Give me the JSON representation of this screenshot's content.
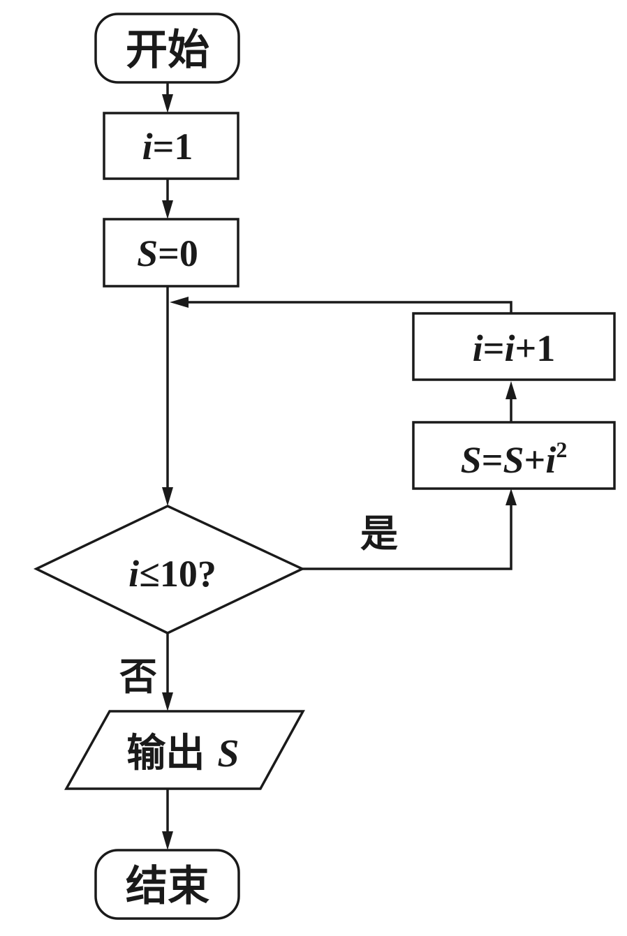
{
  "flowchart": {
    "start": {
      "label": "开始"
    },
    "init_i": {
      "var": "i",
      "rest": "=1"
    },
    "init_s": {
      "var": "S",
      "rest": "=0"
    },
    "condition": {
      "var": "i",
      "rest": "≤10?"
    },
    "update_s": {
      "v1": "S",
      "eq": "=",
      "v2": "S",
      "plus": "+",
      "v3": "i",
      "exp": "2"
    },
    "update_i": {
      "v1": "i",
      "eq": "=",
      "v2": "i",
      "rest": "+1"
    },
    "output": {
      "label": "输出",
      "var": "S"
    },
    "end": {
      "label": "结束"
    },
    "yes_label": "是",
    "no_label": "否"
  },
  "colors": {
    "stroke": "#1a1a1a",
    "background": "#ffffff"
  }
}
